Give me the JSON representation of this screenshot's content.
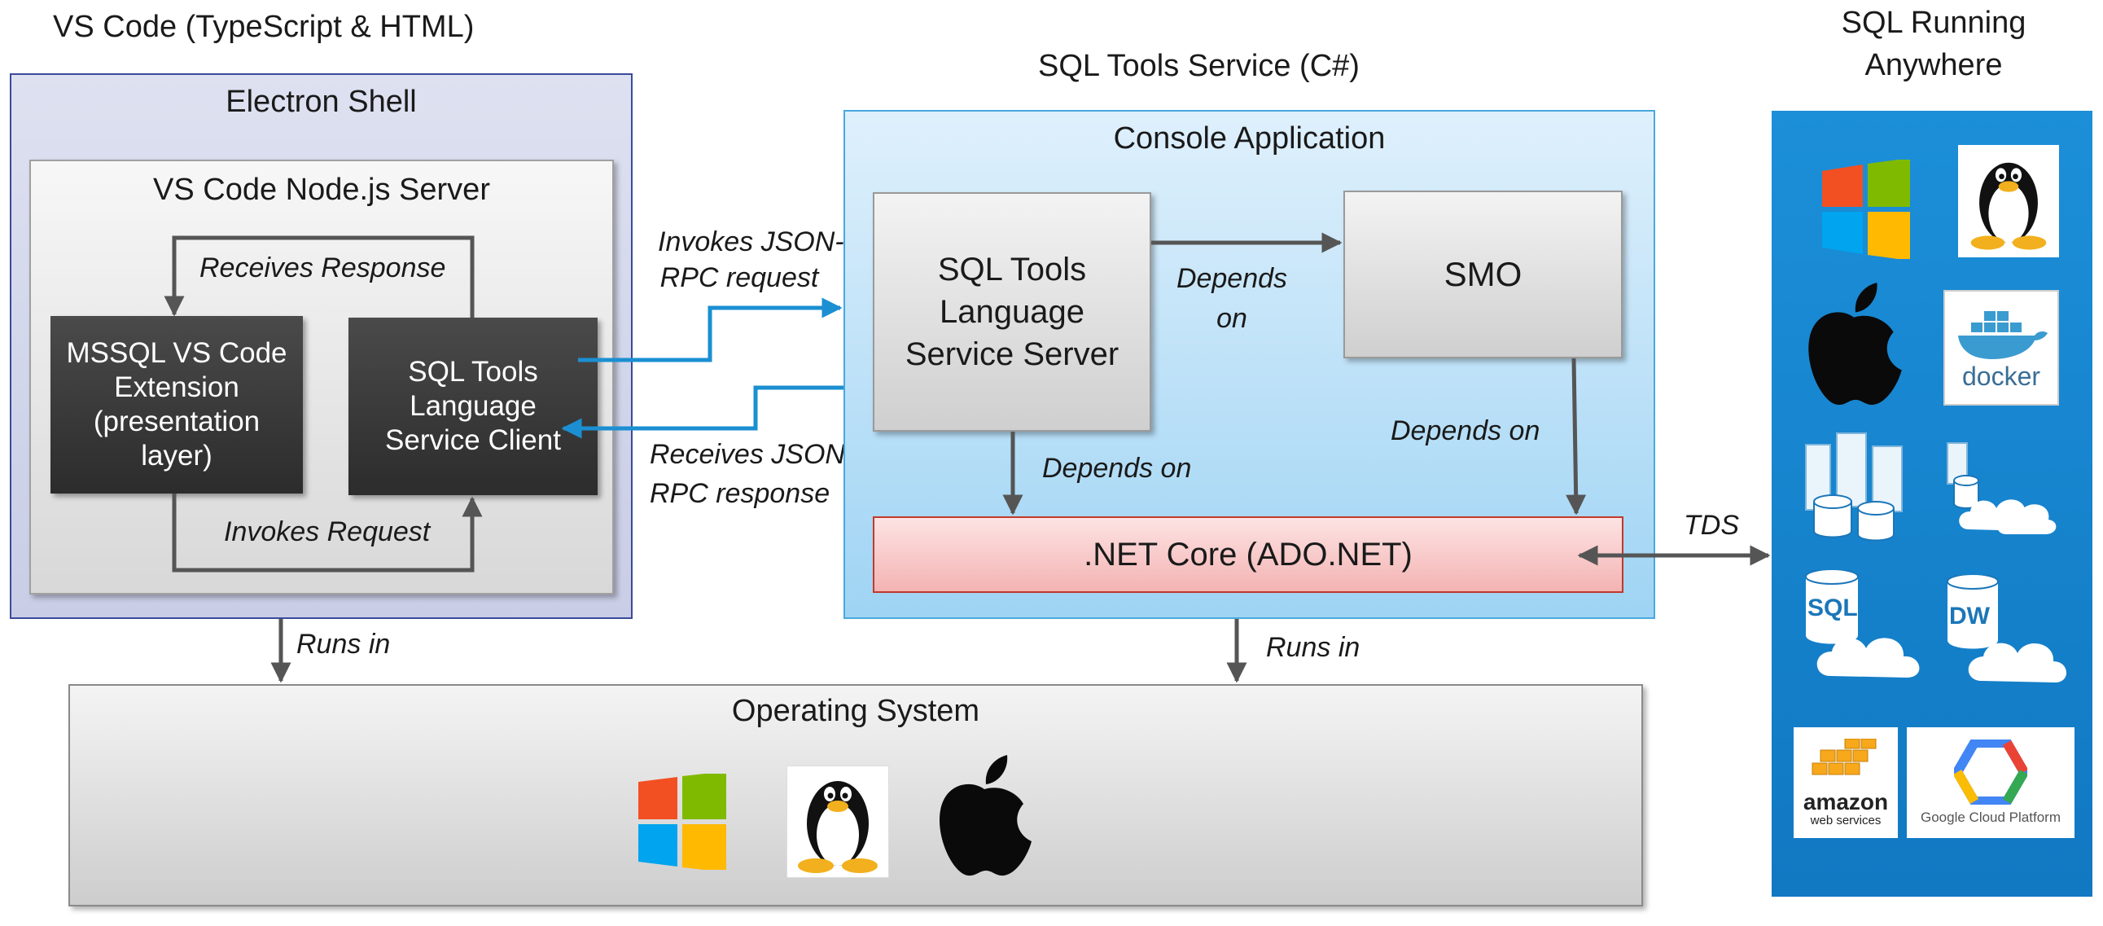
{
  "vscode": {
    "title": "VS Code (TypeScript & HTML)",
    "electron_shell": "Electron Shell",
    "node_server": "VS Code Node.js Server",
    "receives_response": "Receives Response",
    "invokes_request": "Invokes Request",
    "extension_box": [
      "MSSQL VS Code",
      "Extension",
      "(presentation",
      "layer)"
    ],
    "client_box": [
      "SQL Tools",
      "Language",
      "Service Client"
    ]
  },
  "rpc": {
    "invokes": [
      "Invokes JSON-",
      "RPC request"
    ],
    "receives": [
      "Receives JSON-",
      "RPC response"
    ]
  },
  "service": {
    "title": "SQL Tools Service (C#)",
    "console_app": "Console Application",
    "server_box": [
      "SQL Tools",
      "Language",
      "Service Server"
    ],
    "smo": "SMO",
    "depends_on_top": [
      "Depends",
      "on"
    ],
    "depends_on_left": "Depends on",
    "depends_on_right": "Depends on",
    "netcore": ".NET Core (ADO.NET)"
  },
  "tds": "TDS",
  "runs_in_left": "Runs in",
  "runs_in_right": "Runs in",
  "os": {
    "title": "Operating System",
    "icons": [
      "windows-logo",
      "linux-tux-logo",
      "apple-logo"
    ]
  },
  "anywhere": {
    "title": [
      "SQL Running",
      "Anywhere"
    ],
    "docker_label": "docker",
    "sql_label": "SQL",
    "dw_label": "DW",
    "aws_label": [
      "amazon",
      "web services"
    ],
    "gcp_label": "Google Cloud Platform"
  },
  "colors": {
    "accent_blue": "#1b8fd2",
    "panel_blue": "#1a8bd8",
    "netcore_pink": "#f7c5c5",
    "netcore_border": "#c0392b"
  }
}
